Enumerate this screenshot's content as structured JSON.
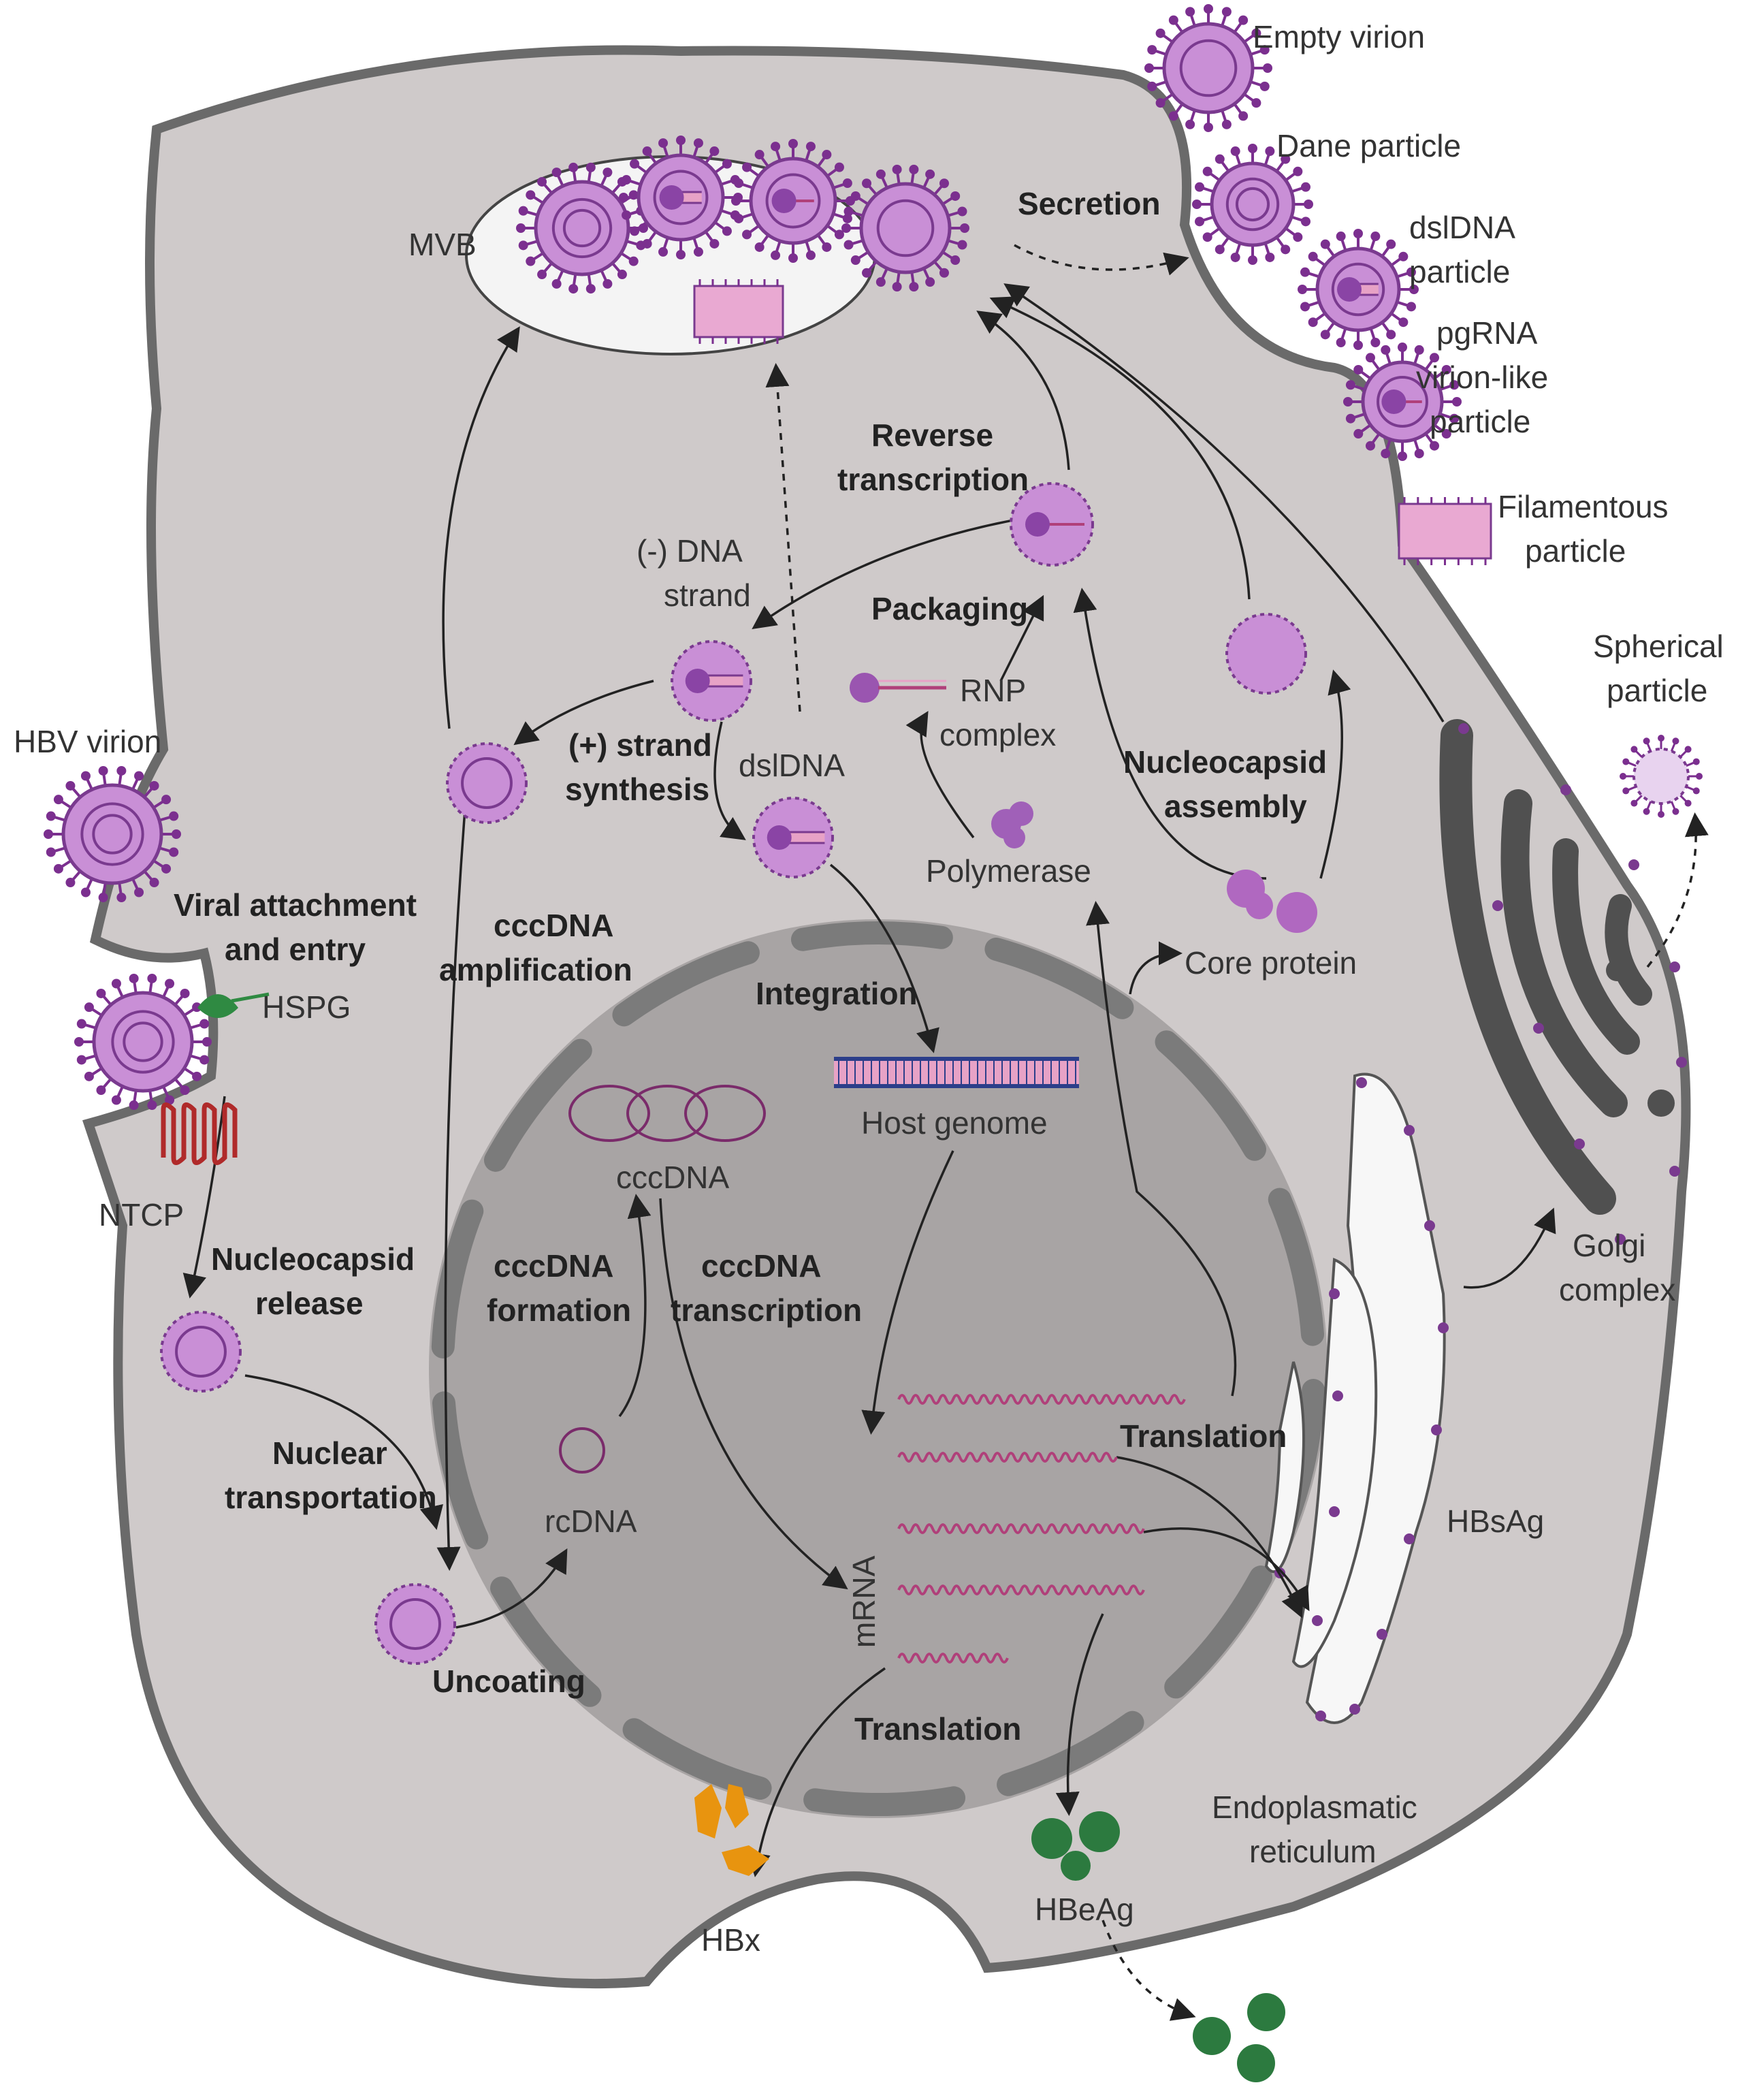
{
  "colors": {
    "cytoplasm": "#cfcaca",
    "nucleus": "#a8a4a4",
    "membrane": "#6a6a6a",
    "pore": "#7b7b7b",
    "mvb": "#f4f4f4",
    "virion_fill": "#c98fd6",
    "virion_ring": "#7a3a8f",
    "spike": "#7b2f8f",
    "golgi": "#505050",
    "er": "#f7f7f7",
    "rna": "#b0407a",
    "dna_blue": "#2c3e8a",
    "dna_pink": "#e7a2c6",
    "hbx": "#e8940f",
    "hbeag": "#2c7a3f",
    "hspg": "#2f8a42",
    "ntcp": "#b02a2a"
  },
  "labels": {
    "empty_virion": "Empty virion",
    "dane_particle": "Dane particle",
    "dsldna_particle_1": "dslDNA",
    "dsldna_particle_2": "particle",
    "pgrna_1": "pgRNA",
    "pgrna_2": "virion-like",
    "pgrna_3": "particle",
    "filamentous_1": "Filamentous",
    "filamentous_2": "particle",
    "spherical_1": "Spherical",
    "spherical_2": "particle",
    "mvb": "MVB",
    "secretion": "Secretion",
    "reverse_transcription_1": "Reverse",
    "reverse_transcription_2": "transcription",
    "minus_dna_1": "(-) DNA",
    "minus_dna_2": "strand",
    "packaging": "Packaging",
    "rnp_1": "RNP",
    "rnp_2": "complex",
    "plus_strand_1": "(+) strand",
    "plus_strand_2": "synthesis",
    "dsldna": "dslDNA",
    "nucleocapsid_assembly_1": "Nucleocapsid",
    "nucleocapsid_assembly_2": "assembly",
    "polymerase": "Polymerase",
    "core_protein": "Core protein",
    "hbv_virion": "HBV virion",
    "viral_attachment_1": "Viral attachment",
    "viral_attachment_2": "and entry",
    "cccdna_amplification_1": "cccDNA",
    "cccdna_amplification_2": "amplification",
    "integration": "Integration",
    "host_genome": "Host genome",
    "hspg": "HSPG",
    "ntcp": "NTCP",
    "cccdna": "cccDNA",
    "nucleocapsid_release_1": "Nucleocapsid",
    "nucleocapsid_release_2": "release",
    "cccdna_formation_1": "cccDNA",
    "cccdna_formation_2": "formation",
    "cccdna_transcription_1": "cccDNA",
    "cccdna_transcription_2": "transcription",
    "golgi_1": "Golgi",
    "golgi_2": "complex",
    "translation_right": "Translation",
    "nuclear_transport_1": "Nuclear",
    "nuclear_transport_2": "transportation",
    "rcdna": "rcDNA",
    "mrna": "mRNA",
    "hbsag": "HBsAg",
    "uncoating": "Uncoating",
    "translation_bottom": "Translation",
    "er_1": "Endoplasmatic",
    "er_2": "reticulum",
    "hbx": "HBx",
    "hbeag": "HBeAg"
  }
}
